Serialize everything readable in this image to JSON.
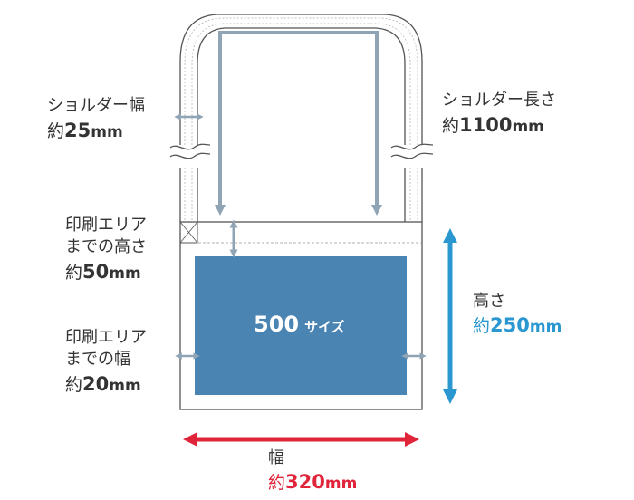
{
  "colors": {
    "print_area": "#4a84b3",
    "outline": "#555555",
    "gray_arrow": "#8fa4b5",
    "blue_arrow": "#2a97d0",
    "red_arrow": "#e0243a"
  },
  "shoulder_width": {
    "label": "ショルダー幅",
    "prefix": "約",
    "number": "25",
    "unit": "mm"
  },
  "shoulder_length": {
    "label": "ショルダー長さ",
    "prefix": "約",
    "number": "1100",
    "unit": "mm"
  },
  "print_top": {
    "line1": "印刷エリア",
    "line2": "までの高さ",
    "prefix": "約",
    "number": "50",
    "unit": "mm"
  },
  "print_side": {
    "line1": "印刷エリア",
    "line2": "までの幅",
    "prefix": "約",
    "number": "20",
    "unit": "mm"
  },
  "height": {
    "label": "高さ",
    "prefix": "約",
    "number": "250",
    "unit": "mm"
  },
  "width": {
    "label": "幅",
    "prefix": "約",
    "number": "320",
    "unit": "mm"
  },
  "print_size": {
    "number": "500",
    "suffix": "サイズ"
  }
}
